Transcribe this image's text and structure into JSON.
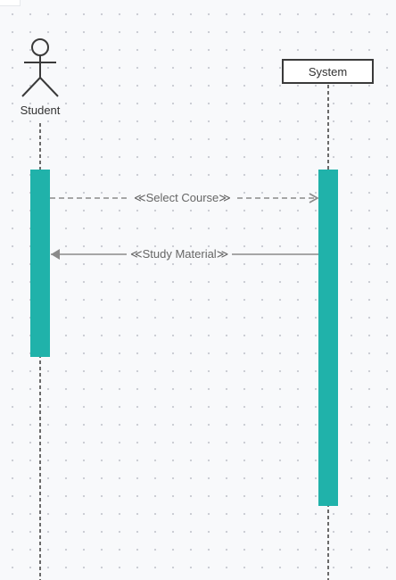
{
  "participants": {
    "actor": {
      "label": "Student",
      "icon": "stick-figure-icon"
    },
    "system": {
      "label": "System"
    }
  },
  "messages": [
    {
      "label": "≪Select Course≫",
      "from": "Student",
      "to": "System",
      "style": "dashed",
      "arrowhead": "open"
    },
    {
      "label": "≪Study Material≫",
      "from": "System",
      "to": "Student",
      "style": "solid",
      "arrowhead": "filled"
    }
  ],
  "colors": {
    "activation": "#20b2aa",
    "line": "#3a3a3a",
    "message_dashed": "#8a8a8a",
    "message_solid": "#8a8a8a",
    "text": "#333333",
    "message_text": "#666666"
  }
}
